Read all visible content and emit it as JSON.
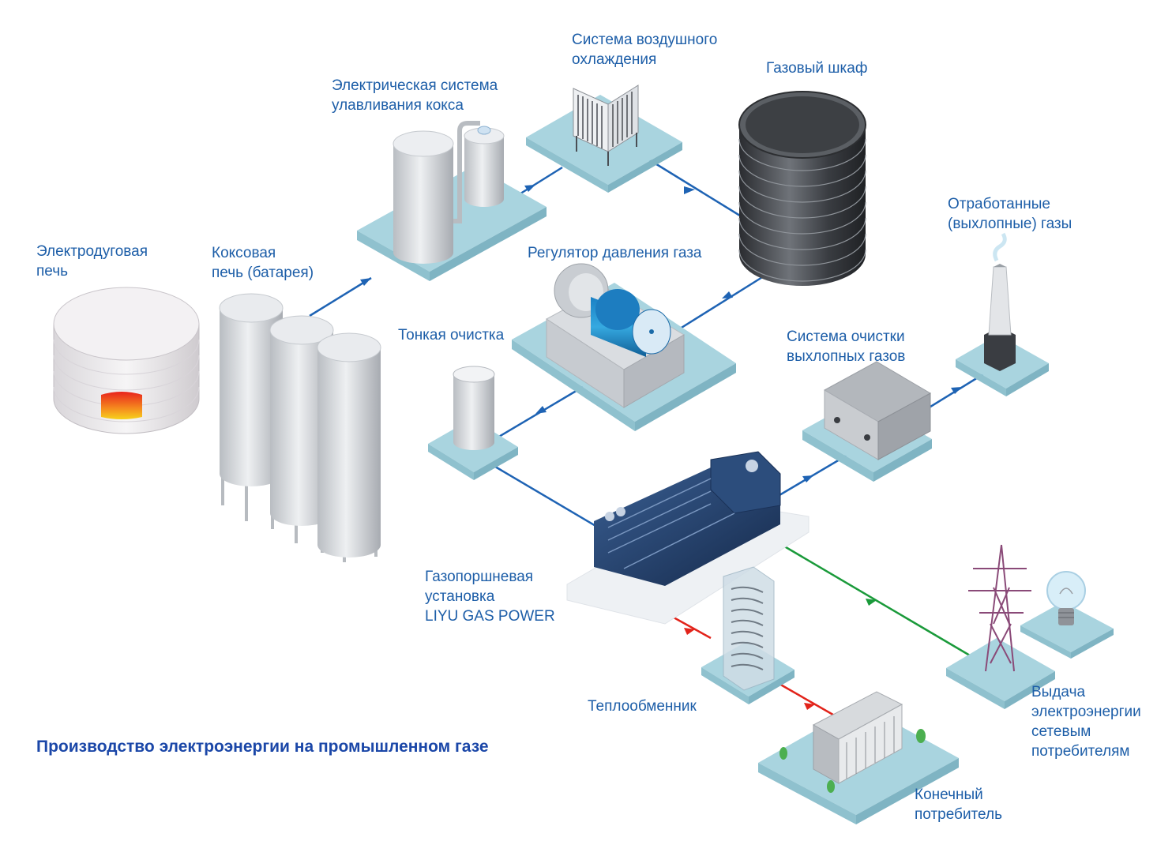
{
  "title": "Производство электроэнергии на промышленном газе",
  "colors": {
    "gas_flow": "#1e63b4",
    "heat_flow": "#e2231a",
    "power_flow": "#1a9a3a",
    "label_text": "#1d5ea8",
    "title_text": "#1b47a8",
    "platform": "#a9d4df"
  },
  "nodes": {
    "arc_furnace": {
      "line1": "Электродуговая",
      "line2": "печь"
    },
    "coke_oven": {
      "line1": "Коксовая",
      "line2": "печь (батарея)"
    },
    "coke_capture": {
      "line1": "Электрическая система",
      "line2": "улавливания кокса"
    },
    "air_cooling": {
      "line1": "Система воздушного",
      "line2": "охлаждения"
    },
    "gas_cabinet": {
      "line1": "Газовый шкаф"
    },
    "pressure_regulator": {
      "line1": "Регулятор давления газа"
    },
    "fine_cleaning": {
      "line1": "Тонкая очистка"
    },
    "exhaust_cleaning": {
      "line1": "Система очистки",
      "line2": "выхлопных газов"
    },
    "exhaust_gases": {
      "line1": "Отработанные",
      "line2": "(выхлопные) газы"
    },
    "gas_engine": {
      "line1": "Газопоршневая",
      "line2": "установка",
      "line3": "LIYU GAS POWER"
    },
    "heat_exchanger": {
      "line1": "Теплообменник"
    },
    "grid_supply": {
      "line1": "Выдача",
      "line2": "электроэнергии",
      "line3": "сетевым",
      "line4": "потребителям"
    },
    "end_consumer": {
      "line1": "Конечный",
      "line2": "потребитель"
    }
  }
}
